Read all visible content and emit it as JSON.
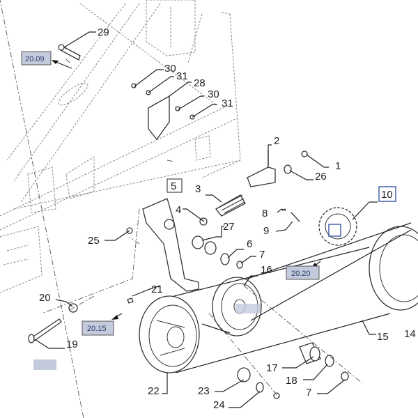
{
  "diagram": {
    "part_labels": [
      "29",
      "30",
      "31",
      "28",
      "30",
      "31",
      "2",
      "1",
      "26",
      "3",
      "4",
      "8",
      "27",
      "9",
      "25",
      "6",
      "7",
      "16",
      "21",
      "20",
      "15",
      "14",
      "19",
      "17",
      "22",
      "23",
      "18",
      "7",
      "24"
    ],
    "boxed_labels": [
      "5",
      "10"
    ],
    "section_refs": [
      "20.09",
      "20.20",
      "20.15"
    ],
    "colors": {
      "ref_fill": "#c3cadc",
      "ref_border": "#555555",
      "highlight_box": "#2a4aa0"
    }
  }
}
